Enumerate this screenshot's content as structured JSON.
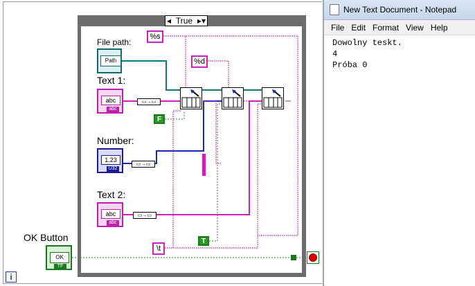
{
  "diagram": {
    "case_selector": {
      "value": "True",
      "left_arrow": "◂",
      "right_arrow": "▸▾"
    },
    "controls": {
      "file_path": {
        "label": "File path:",
        "glyph": "Path"
      },
      "text1": {
        "label": "Text 1:",
        "glyph": "abc",
        "type_tag": "abc"
      },
      "number": {
        "label": "Number:",
        "glyph": "1.23",
        "type_tag": "U32"
      },
      "text2": {
        "label": "Text 2:",
        "glyph": "abc",
        "type_tag": "abc"
      },
      "ok_button": {
        "label": "OK Button",
        "glyph": "OK",
        "type_tag": "TF"
      }
    },
    "constants": {
      "fmt_s": "%s",
      "fmt_d": "%d",
      "tab": "\\t",
      "bool_f": "F",
      "bool_t": "T"
    },
    "info_icon": "i",
    "colors": {
      "string_wire": "#d020c0",
      "path_wire": "#0a7a7a",
      "number_wire": "#1a2ab0",
      "bool_wire": "#2a8a2a",
      "case_frame": "#6d6d6d"
    }
  },
  "notepad": {
    "title": "New Text Document - Notepad",
    "menu": [
      "File",
      "Edit",
      "Format",
      "View",
      "Help"
    ],
    "lines": [
      "Dowolny teskt.",
      "4",
      "Próba 0"
    ]
  }
}
